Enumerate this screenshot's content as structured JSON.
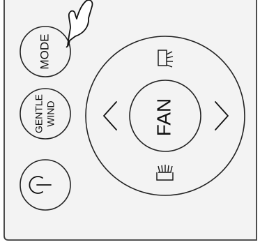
{
  "remote": {
    "mode_button": {
      "label": "MODE"
    },
    "gentle_wind_button": {
      "line1": "GENTLE",
      "line2": "WIND"
    },
    "power_button": {
      "icon": "power-icon"
    },
    "dpad": {
      "center_label": "FAN",
      "left_icon": "chevron-left-icon",
      "right_icon": "chevron-right-icon",
      "top_icon": "louver-swing-up-icon",
      "bottom_icon": "louver-swing-down-icon"
    },
    "hand_icon": "pointing-hand-icon"
  }
}
